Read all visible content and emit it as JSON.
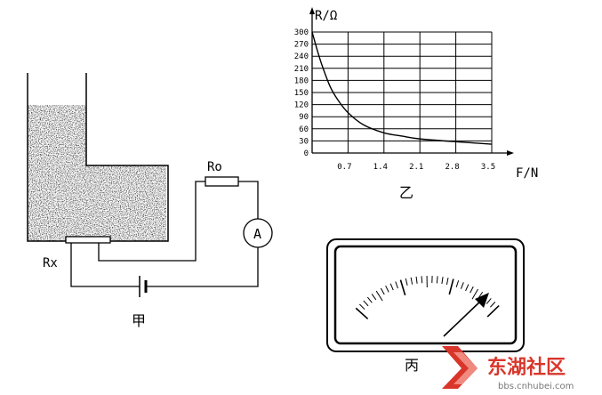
{
  "figure_a": {
    "caption": "甲",
    "rx_label": "Rx",
    "r0_label": "Ro",
    "ammeter_label": "A"
  },
  "figure_b": {
    "caption": "乙"
  },
  "figure_c": {
    "caption": "丙"
  },
  "watermark": {
    "brand": "东湖社区",
    "url": "bbs.cnhubei.com",
    "color": "#d9362b"
  },
  "chart_data": {
    "type": "line",
    "xlabel": "F/N",
    "ylabel": "R/Ω",
    "x_ticks": [
      "0.7",
      "1.4",
      "2.1",
      "2.8",
      "3.5"
    ],
    "y_ticks": [
      "0",
      "30",
      "60",
      "90",
      "120",
      "150",
      "180",
      "210",
      "240",
      "270",
      "300"
    ],
    "xlim": [
      0,
      3.5
    ],
    "ylim": [
      0,
      300
    ],
    "grid": true,
    "series": [
      {
        "x": [
          0,
          0.1,
          0.2,
          0.35,
          0.5,
          0.7,
          1.0,
          1.4,
          1.75,
          2.1,
          2.8,
          3.5
        ],
        "y": [
          300,
          255,
          215,
          165,
          132,
          100,
          70,
          50,
          42,
          35,
          28,
          22
        ]
      }
    ]
  }
}
